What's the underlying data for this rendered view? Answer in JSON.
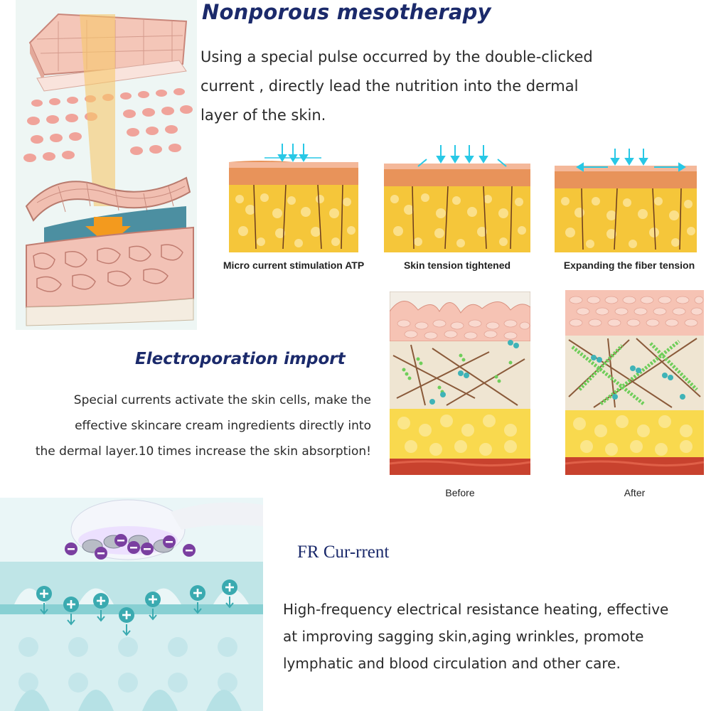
{
  "sections": {
    "mesotherapy": {
      "title": "Nonporous mesotherapy",
      "lines": [
        "Using a special pulse occurred by the double-clicked",
        "current , directly lead the nutrition into the dermal",
        "layer of the skin."
      ],
      "panels": [
        {
          "caption": "Micro current stimulation ATP"
        },
        {
          "caption": "Skin tension tightened"
        },
        {
          "caption": "Expanding the fiber tension"
        }
      ]
    },
    "electroporation": {
      "title": "Electroporation import",
      "lines": [
        "Special currents activate the skin cells, make the",
        "effective skincare cream ingredients directly into",
        "the dermal layer.10 times increase the skin absorption!"
      ],
      "before_label": "Before",
      "after_label": "After"
    },
    "rf": {
      "title": "FR Cur-rrent",
      "lines": [
        "High-frequency electrical resistance heating, effective",
        "at improving sagging skin,aging wrinkles, promote",
        "lymphatic and blood circulation and other care."
      ]
    }
  },
  "colors": {
    "heading": "#1b2a6b",
    "skin_pink": "#f2c0b0",
    "fat_yellow": "#f5c63a",
    "arrow_cyan": "#28c8e6",
    "cell_teal": "#3fb3b7",
    "fiber_green": "#6fce5a",
    "ion_purple": "#7a3fa0"
  },
  "icons": [
    "minus-ion-icon",
    "plus-ion-icon",
    "down-arrow-icon"
  ]
}
